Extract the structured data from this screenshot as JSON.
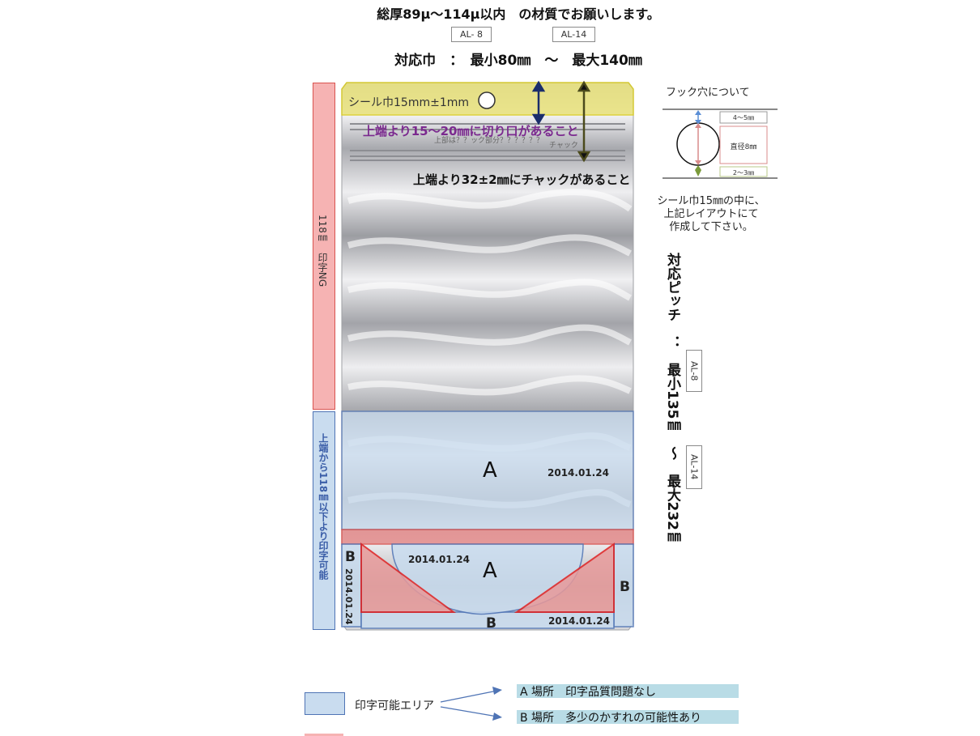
{
  "header": {
    "thickness": "総厚89μ〜114μ以内　の材質でお願いします。",
    "width_tag_min": "AL- 8",
    "width_tag_max": "AL-14",
    "width_range": "対応巾　：　最小80㎜　〜　最大140㎜"
  },
  "bag": {
    "seal_label": "シール巾15mm±1mm",
    "notch_note": "上端より15〜20㎜に切り口があること",
    "zipper_note": "上端より32±2㎜にチャックがあること",
    "print_sample_1": "上部は？？ック部分？？？？？？",
    "print_sample_2": "チャック",
    "label_a": "A",
    "label_a2": "A",
    "label_b_left": "B",
    "label_b_right": "B",
    "label_b_bottom": "B",
    "date_1": "2014.01.24",
    "date_2": "2014.01.24",
    "date_3": "2014.01.24",
    "date_4": "2014.01.24"
  },
  "side_left": {
    "ng_label": "118㎜　印字NG",
    "ok_label": "上端から118㎜以下より印字可能"
  },
  "hook": {
    "title": "フック穴について",
    "dim_top": "4〜5㎜",
    "dim_dia": "直径8㎜",
    "dim_bottom": "2〜3㎜",
    "note_1": "シール巾15㎜の中に、",
    "note_2": "上記レイアウトにて",
    "note_3": "作成して下さい。"
  },
  "pitch": {
    "label": "対応ピッチ　：　最小135㎜　〜　最大232㎜",
    "tag_min": "AL-8",
    "tag_max": "AL-14"
  },
  "legend": {
    "label": "印字可能エリア",
    "a_text": "A 場所　印字品質問題なし",
    "b_text": "B 場所　多少のかすれの可能性あり"
  },
  "colors": {
    "seal_yellow": "#e9e27a",
    "ng_red": "#f6b3b3",
    "ok_blue": "#c9dcef",
    "legend_cyan": "#b9dce6",
    "notch_purple": "#7b2a8f"
  }
}
